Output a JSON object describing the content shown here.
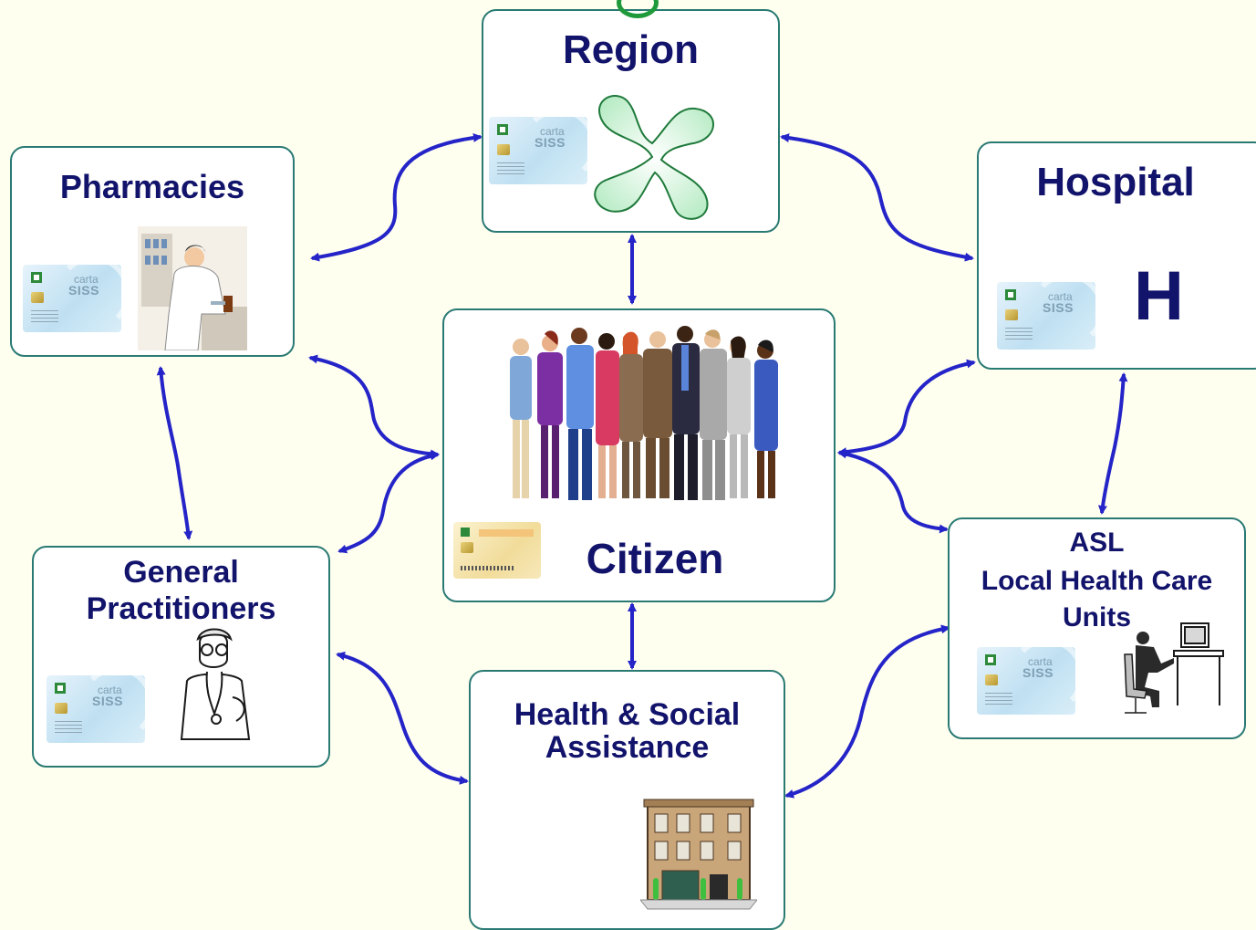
{
  "nodes": {
    "region": {
      "title": "Region"
    },
    "pharmacies": {
      "title": "Pharmacies"
    },
    "hospital": {
      "title": "Hospital",
      "symbol": "H"
    },
    "citizen": {
      "title": "Citizen"
    },
    "general_practitioners": {
      "title_line1": "General",
      "title_line2": "Practitioners"
    },
    "asl": {
      "title_line1": "ASL",
      "title_line2": "Local Health Care",
      "title_line3": "Units"
    },
    "health_social": {
      "title_line1": "Health & Social",
      "title_line2": "Assistance"
    }
  },
  "card": {
    "brand_top": "carta",
    "brand_bottom": "SISS"
  },
  "colors": {
    "background": "#fffff0",
    "node_border": "#2a7a74",
    "title_text": "#12136b",
    "arrow": "#2424c8"
  },
  "icons": {
    "region": "lombardy-region-flower-icon",
    "pharmacies": "pharmacist-clipart-icon",
    "citizen": "group-of-people-clipart-icon",
    "general_practitioners": "doctor-clipart-icon",
    "asl": "person-at-computer-icon",
    "health_social": "building-clipart-icon"
  }
}
